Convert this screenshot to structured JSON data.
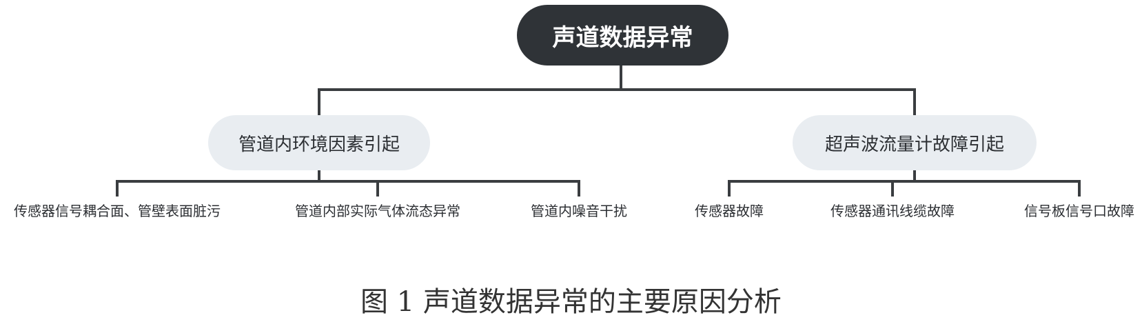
{
  "root": {
    "label": "声道数据异常"
  },
  "branches": [
    {
      "label": "管道内环境因素引起",
      "leaves": [
        "传感器信号耦合面、管壁表面脏污",
        "管道内部实际气体流态异常",
        "管道内噪音干扰"
      ]
    },
    {
      "label": "超声波流量计故障引起",
      "leaves": [
        "传感器故障",
        "传感器通讯线缆故障",
        "信号板信号口故障"
      ]
    }
  ],
  "caption": "图 1  声道数据异常的主要原因分析",
  "colors": {
    "root_fill": "#2f3337",
    "branch_fill": "#e9edf1",
    "line": "#3a3d40",
    "text": "#2c2f33"
  }
}
